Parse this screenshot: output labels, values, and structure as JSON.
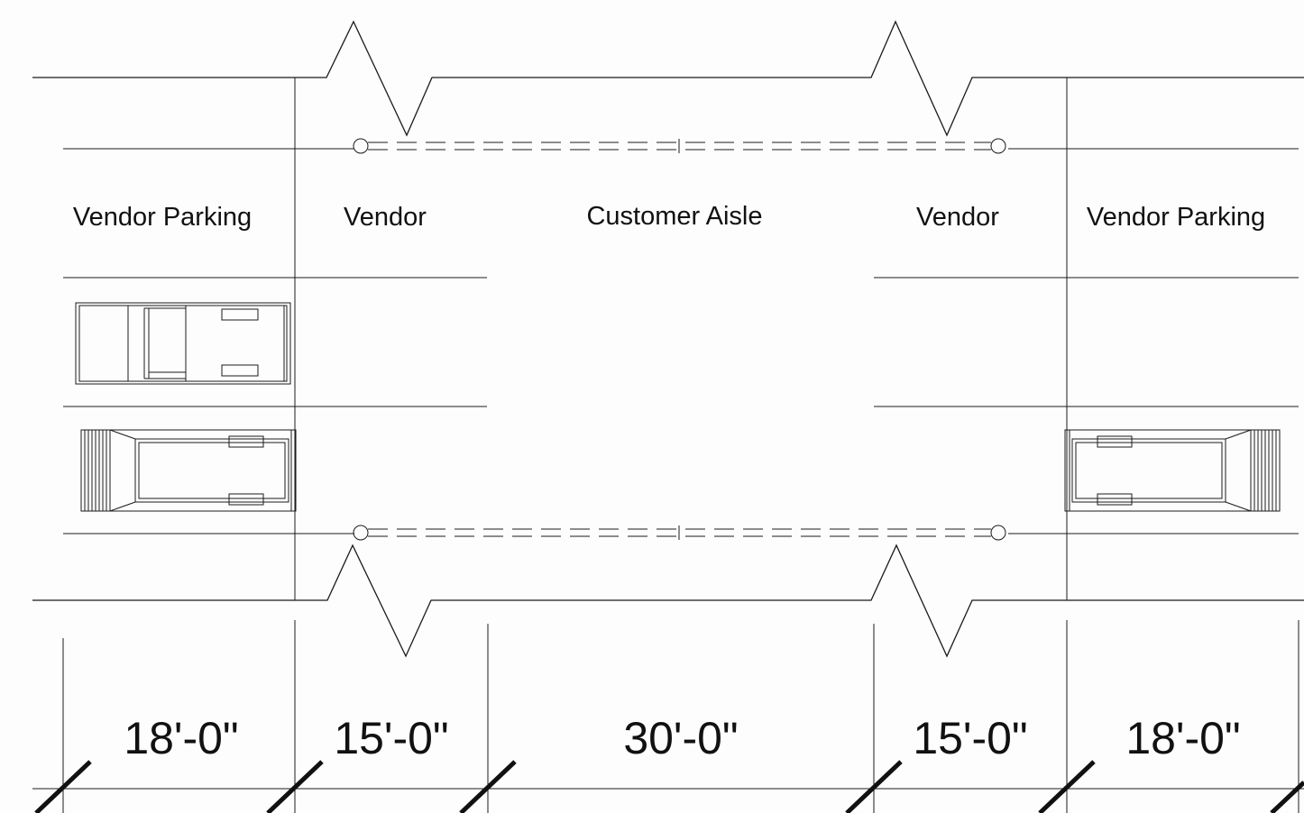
{
  "zones": [
    {
      "label": "Vendor Parking"
    },
    {
      "label": "Vendor"
    },
    {
      "label": "Customer Aisle"
    },
    {
      "label": "Vendor"
    },
    {
      "label": "Vendor Parking"
    }
  ],
  "dimensions": [
    "18'-0\"",
    "15'-0\"",
    "30'-0\"",
    "15'-0\"",
    "18'-0\""
  ],
  "vehicles": [
    {
      "type": "pickup-truck",
      "side": "left"
    },
    {
      "type": "box-truck",
      "side": "left"
    },
    {
      "type": "box-truck",
      "side": "right"
    }
  ]
}
